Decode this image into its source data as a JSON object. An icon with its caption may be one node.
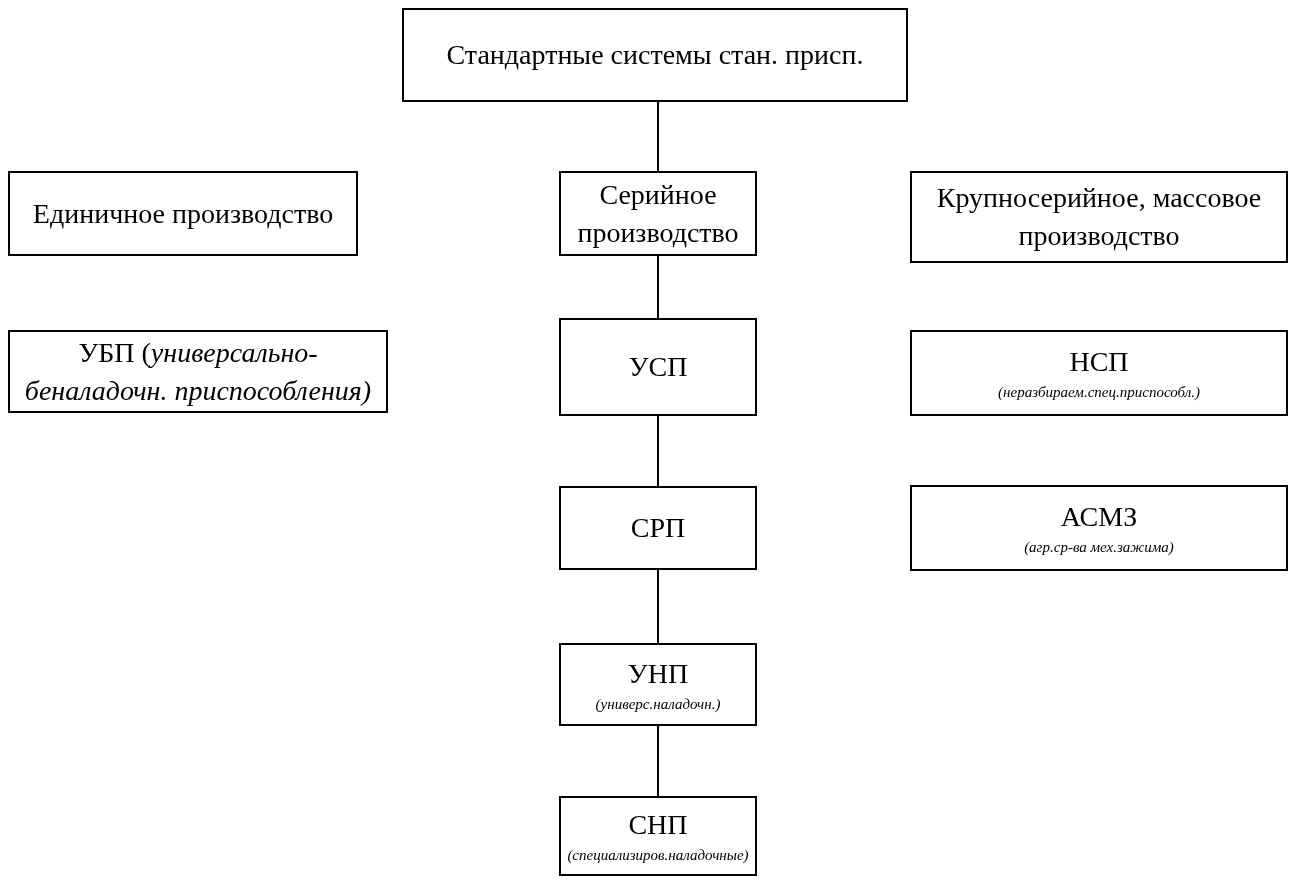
{
  "diagram": {
    "nodes": [
      {
        "text": [
          "Стандартные системы стан. присп."
        ]
      },
      {
        "text": [
          "Единичное производство"
        ]
      },
      {
        "text": [
          "Серийное производство"
        ]
      },
      {
        "text": [
          "Крупносерийное, массовое производство"
        ]
      },
      {
        "text": [
          "УБП (*универсально- беналадочн. приспособления)*"
        ]
      },
      {
        "text": [
          "УСП"
        ]
      },
      {
        "text": [
          "НСП",
          "(неразбираем.спец.приспособл.)"
        ]
      },
      {
        "text": [
          "СРП"
        ]
      },
      {
        "text": [
          "АСМЗ",
          "(агр.ср-ва мех.зажима)"
        ]
      },
      {
        "text": [
          "УНП",
          "(универс.наладочн.)"
        ]
      },
      {
        "text": [
          "СНП",
          "(специализиров.наладочные)"
        ]
      }
    ],
    "edges": [
      {
        "from": 0,
        "to": 2,
        "arrow": "none"
      },
      {
        "from": 2,
        "to": 5,
        "arrow": "none"
      },
      {
        "from": 5,
        "to": 7,
        "arrow": "none"
      },
      {
        "from": 7,
        "to": 9,
        "arrow": "none"
      },
      {
        "from": 9,
        "to": 10,
        "arrow": "none"
      }
    ]
  }
}
